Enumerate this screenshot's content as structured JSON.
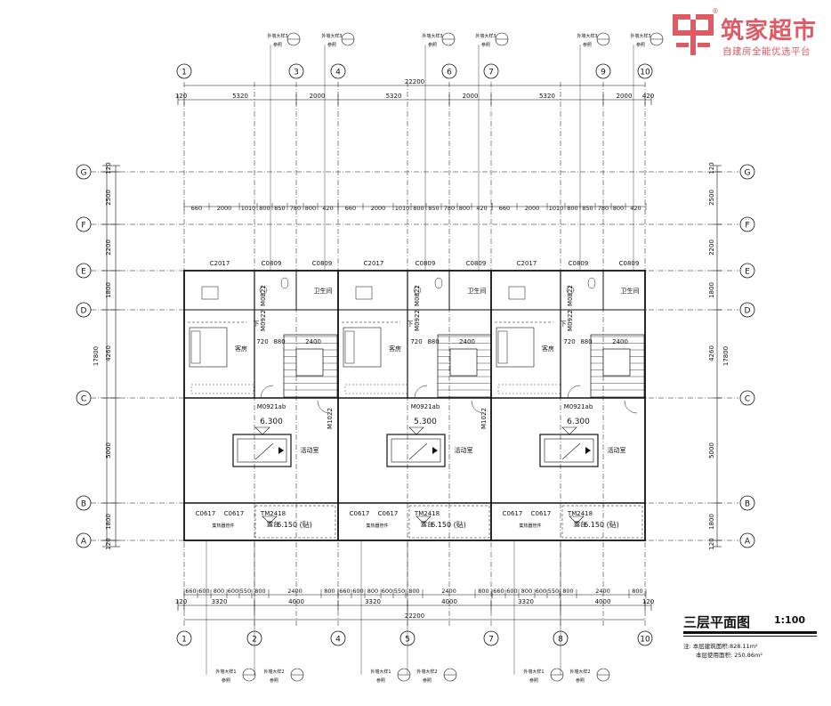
{
  "logo": {
    "brand": "筑家超市",
    "tagline": "自建房全能优选平台",
    "reg": "®",
    "color": "#e05a64"
  },
  "title_block": {
    "title": "三层平面图",
    "scale": "1:100",
    "note_1": "注: 本层建筑面积:828.11m²",
    "note_2": "本层使用面积: 250.86m²"
  },
  "axes": {
    "top": [
      "1",
      "3",
      "4",
      "6",
      "7",
      "9",
      "10"
    ],
    "bottom": [
      "1",
      "2",
      "4",
      "5",
      "7",
      "8",
      "10"
    ],
    "rows": [
      "G",
      "F",
      "E",
      "D",
      "C",
      "B",
      "A"
    ]
  },
  "dims": {
    "top_total": "22200",
    "top_segments": [
      "120",
      "5320",
      "2000",
      "5320",
      "2000",
      "5320",
      "2000",
      "420"
    ],
    "top_detail": [
      "660",
      "2000",
      "1010",
      "800",
      "850",
      "780",
      "800",
      "420"
    ],
    "bottom_detail": [
      "660",
      "600",
      "800",
      "600",
      "550",
      "800",
      "2400",
      "800"
    ],
    "bottom_segments": [
      "120",
      "3320",
      "4000",
      "3320",
      "4000",
      "3320",
      "4000",
      "120"
    ],
    "bottom_total": "22200",
    "side": [
      "120",
      "2500",
      "2200",
      "1800",
      "4260",
      "5000",
      "1800",
      "120"
    ],
    "side_total": "17800",
    "side_mid": "4260",
    "detail_dims": [
      "720",
      "880",
      "2400"
    ]
  },
  "units": [
    {
      "window_main": "C2017",
      "window_a": "C0809",
      "window_b": "C0809",
      "door_a": "M0822",
      "door_b": "M0922",
      "door_c": "M0921ab",
      "door_d": "M1022",
      "room_bath": "卫生间",
      "room_bed": "客房",
      "room_act": "活动室",
      "room_balc": "露台",
      "down": "下",
      "elev_1": "6.300",
      "elev_2": "6.150 (贴)",
      "win_c1": "C0617",
      "win_c2": "C0617",
      "door_tm": "TM2418",
      "note": "集热器管件"
    },
    {
      "window_main": "C2017",
      "window_a": "C0809",
      "window_b": "C0809",
      "door_a": "M0822",
      "door_b": "M0922",
      "door_c": "M0921ab",
      "door_d": "M1022",
      "room_bath": "卫生间",
      "room_bed": "客房",
      "room_act": "活动室",
      "room_balc": "露台",
      "down": "下",
      "elev_1": "5.300",
      "elev_2": "6.150 (贴)",
      "win_c1": "C0617",
      "win_c2": "C0617",
      "door_tm": "TM2418",
      "note": "集热器管件"
    },
    {
      "window_main": "C2017",
      "window_a": "C0809",
      "window_b": "C0809",
      "door_a": "M0822",
      "door_b": "M0922",
      "door_c": "M0921ab",
      "door_d": "",
      "room_bath": "卫生间",
      "room_bed": "客房",
      "room_act": "活动室",
      "room_balc": "露台",
      "down": "下",
      "elev_1": "6.300",
      "elev_2": "6.150 (贴)",
      "win_c1": "C0617",
      "win_c2": "C0617",
      "door_tm": "TM2418",
      "note": "集热器管件"
    }
  ],
  "callouts": {
    "top": [
      "外墙大样3",
      "外墙大样3",
      "外墙大样3",
      "外墙大样3",
      "外墙大样3",
      "外墙大样3"
    ],
    "bottom": [
      "外墙大样1",
      "外墙大样2",
      "外墙大样1",
      "外墙大样2",
      "外墙大样1",
      "外墙大样2"
    ],
    "sub": "参照"
  }
}
